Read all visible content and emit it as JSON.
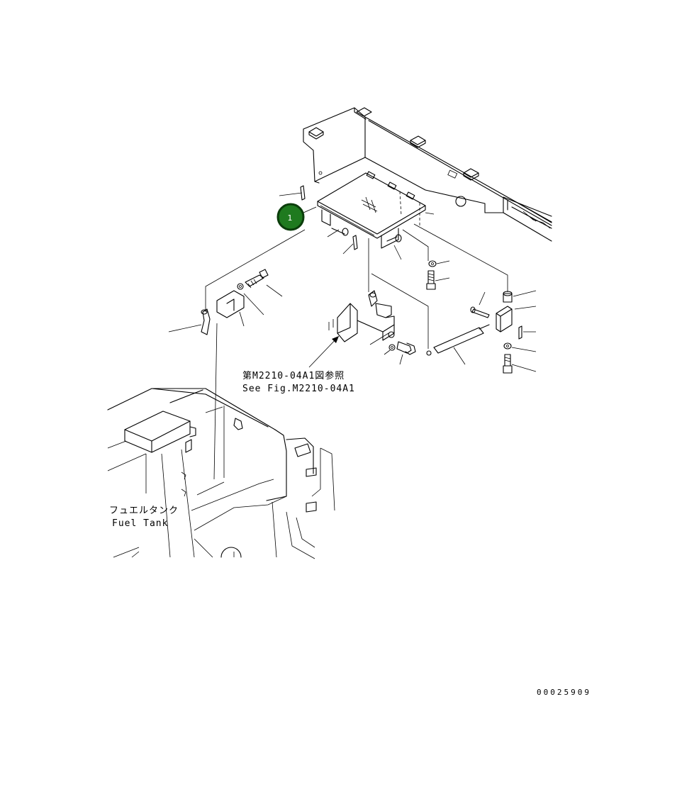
{
  "callout": {
    "number": "1",
    "color": "#1f7a1f",
    "ring": "#0b3d0b",
    "text_color": "#ffffff"
  },
  "reference_note": {
    "line1": "第M2210-04A1図参照",
    "line2": "See Fig.M2210-04A1"
  },
  "fuel_tank_label": {
    "line1": "フュエルタンク",
    "line2": "Fuel Tank"
  },
  "drawing_code": "00025909"
}
